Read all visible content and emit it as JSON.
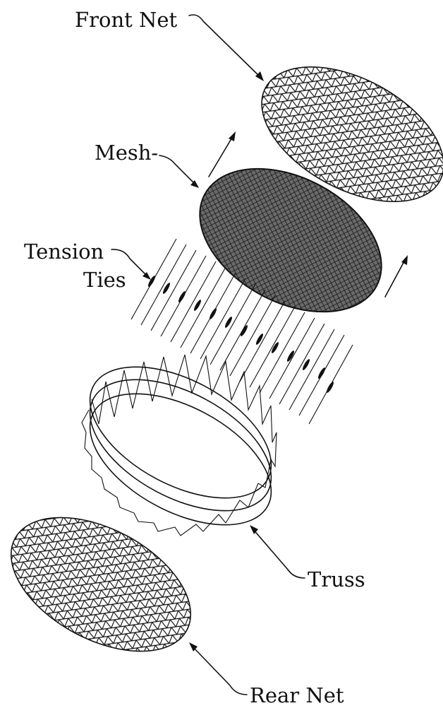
{
  "labels": {
    "front_net": "Front Net",
    "mesh": "Mesh-",
    "tension_line1": "Tension",
    "tension_line2": "Ties",
    "truss": "Truss",
    "rear_net": "Rear Net"
  },
  "colors": {
    "ink": "#111111",
    "background": "#ffffff",
    "mesh_fill": "#5a5a5a"
  }
}
